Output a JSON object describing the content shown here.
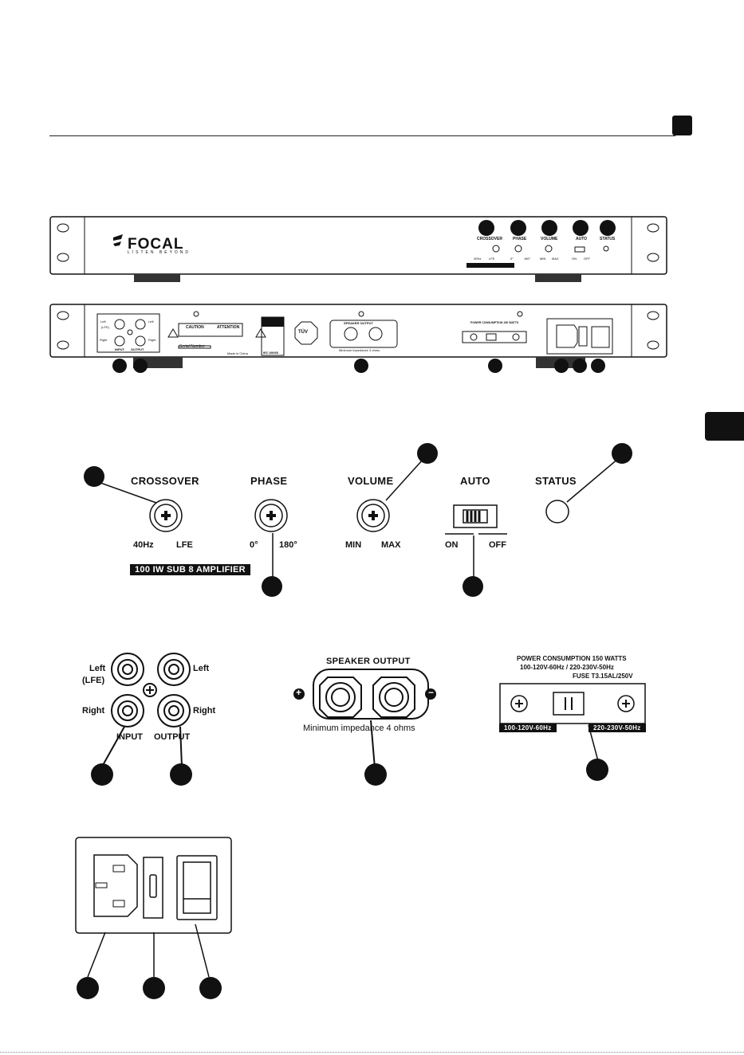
{
  "brand": {
    "name": "FOCAL",
    "tagline": "LISTEN BEYOND"
  },
  "front_panel": {
    "controls": [
      "CROSSOVER",
      "PHASE",
      "VOLUME",
      "AUTO",
      "STATUS"
    ],
    "sublabels": [
      "40Hz",
      "LFE",
      "0°",
      "180°",
      "MIN",
      "MAX",
      "ON",
      "OFF"
    ]
  },
  "rear_panel": {
    "input_left": "Left",
    "input_lfe": "(LFE)",
    "right": "Right",
    "input": "INPUT",
    "output": "OUTPUT",
    "caution": "CAUTION",
    "attention": "ATTENTION",
    "serial": "Serial Number",
    "made_in": "Made in China",
    "tuv": "TÜV",
    "standard": "IEC 60065",
    "speaker_output": "SPEAKER OUTPUT",
    "min_impedance": "Minimum impedance 4 ohms"
  },
  "controls_detail": {
    "crossover": {
      "title": "CROSSOVER",
      "min": "40Hz",
      "max": "LFE"
    },
    "phase": {
      "title": "PHASE",
      "min": "0°",
      "max": "180°"
    },
    "volume": {
      "title": "VOLUME",
      "min": "MIN",
      "max": "MAX"
    },
    "auto": {
      "title": "AUTO",
      "on": "ON",
      "off": "OFF"
    },
    "status": {
      "title": "STATUS"
    },
    "banner": "100 IW SUB 8 AMPLIFIER"
  },
  "io_detail": {
    "left": "Left",
    "lfe": "(LFE)",
    "right": "Right",
    "input": "INPUT",
    "output": "OUTPUT"
  },
  "speaker_detail": {
    "title": "SPEAKER OUTPUT",
    "plus": "+",
    "minus": "−",
    "min_impedance": "Minimum impedance 4 ohms"
  },
  "power_detail": {
    "line1": "POWER CONSUMPTION 150 WATTS",
    "line2": "100-120V-60Hz / 220-230V-50Hz",
    "line3": "FUSE T3.15AL/250V",
    "left_tag": "100-120V-60Hz",
    "right_tag": "220-230V-50Hz"
  }
}
